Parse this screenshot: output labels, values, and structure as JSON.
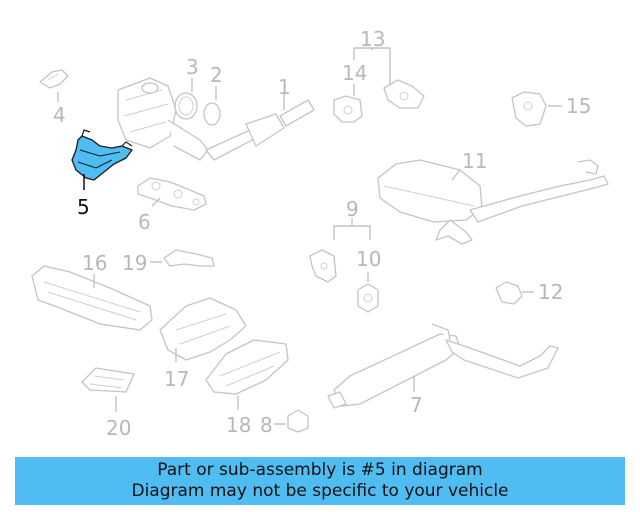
{
  "diagram": {
    "highlight_color": "#4fbdf2",
    "callouts": [
      {
        "id": "1",
        "text": "1"
      },
      {
        "id": "2",
        "text": "2"
      },
      {
        "id": "3",
        "text": "3"
      },
      {
        "id": "4",
        "text": "4"
      },
      {
        "id": "5",
        "text": "5"
      },
      {
        "id": "6",
        "text": "6"
      },
      {
        "id": "7",
        "text": "7"
      },
      {
        "id": "8",
        "text": "8"
      },
      {
        "id": "9",
        "text": "9"
      },
      {
        "id": "10",
        "text": "10"
      },
      {
        "id": "11",
        "text": "11"
      },
      {
        "id": "12",
        "text": "12"
      },
      {
        "id": "13",
        "text": "13"
      },
      {
        "id": "14",
        "text": "14"
      },
      {
        "id": "15",
        "text": "15"
      },
      {
        "id": "16",
        "text": "16"
      },
      {
        "id": "17",
        "text": "17"
      },
      {
        "id": "18",
        "text": "18"
      },
      {
        "id": "19",
        "text": "19"
      },
      {
        "id": "20",
        "text": "20"
      }
    ]
  },
  "banner": {
    "line1": "Part or sub-assembly is #5 in diagram",
    "line2": "Diagram may not be specific to your vehicle"
  }
}
